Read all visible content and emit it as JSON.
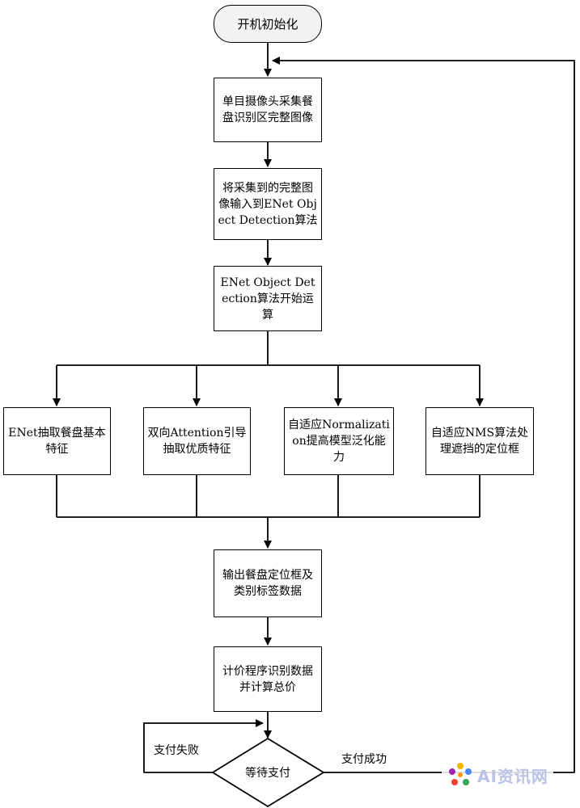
{
  "nodes": {
    "start": "开机初始化",
    "capture": "单目摄像头采集餐盘识别区完整图像",
    "input": "将采集到的完整图像输入到ENet Object Detection算法",
    "run": "ENet Object Detection算法开始运算",
    "branch1": "ENet抽取餐盘基本特征",
    "branch2": "双向Attention引导抽取优质特征",
    "branch3": "自适应Normalization提高模型泛化能力",
    "branch4": "自适应NMS算法处理遮挡的定位框",
    "output": "输出餐盘定位框及类别标签数据",
    "price": "计价程序识别数据并计算总价",
    "wait": "等待支付"
  },
  "edge_labels": {
    "fail": "支付失败",
    "success": "支付成功"
  },
  "watermark": {
    "text": "AI资讯网",
    "icon": "colorful-dots-logo-icon"
  }
}
